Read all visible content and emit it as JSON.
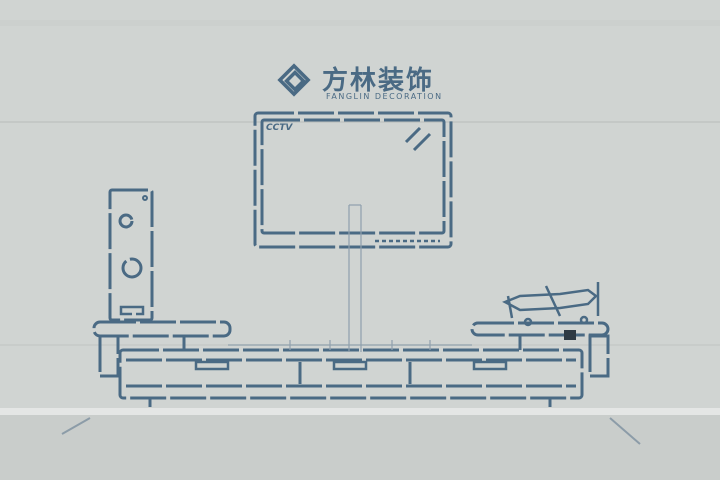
{
  "brand": {
    "name_cn": "方林装饰",
    "name_en": "FANGLIN DECORATION",
    "logo_icon": "diamond-knot-icon"
  },
  "tv": {
    "channel_logo": "CCTV"
  },
  "colors": {
    "wall": "#cfd3d1",
    "stencil": "#4a6a84",
    "floor": "#c9cdcb"
  }
}
